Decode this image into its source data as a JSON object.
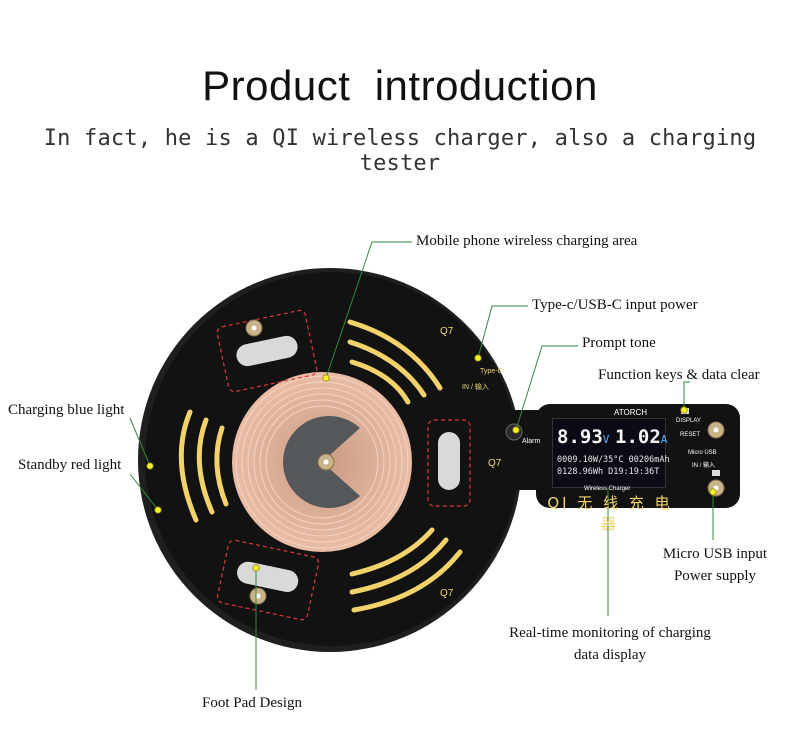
{
  "header": {
    "title": "Product  introduction",
    "subtitle": "In fact, he is a QI wireless charger, also a charging tester"
  },
  "callouts": {
    "charging_area": "Mobile phone wireless charging area",
    "typec_input": "Type-c/USB-C input power",
    "prompt_tone": "Prompt tone",
    "function_keys": "Function keys & data clear",
    "blue_light": "Charging blue light",
    "red_light": "Standby red light",
    "micro_usb_line1": "Micro USB input",
    "micro_usb_line2": "Power supply",
    "realtime_line1": "Real-time monitoring of charging",
    "realtime_line2": "data display",
    "foot_pad": "Foot Pad Design"
  },
  "board": {
    "q7_top": "Q7",
    "q7_mid": "Q7",
    "q7_bottom": "Q7",
    "typec_silk": "Type-C",
    "in_silk": "IN / 输入",
    "alarm_silk": "Alarm",
    "brand_silk": "ATORCH",
    "display_silk": "DISPLAY",
    "reset_silk": "RESET",
    "micro_silk": "Micro USB",
    "micro_in_silk": "IN / 输入",
    "wireless_silk": "Wireless Charger",
    "chinese_name": "QI 无 线 充 电 器"
  },
  "lcd": {
    "voltage": "8.93",
    "voltage_unit": "V",
    "current": "1.02",
    "current_unit": "A",
    "row1": "0009.10W/35°C 00206mAh",
    "row2": "0128.96Wh  D19:19:36T"
  },
  "colors": {
    "pcb": "#111111",
    "gold": "#f2d36b",
    "coil": "#e7b9a3",
    "leader": "#2e8b3a",
    "marker": "#f5f02a",
    "pad_outline": "#d63a3a"
  }
}
